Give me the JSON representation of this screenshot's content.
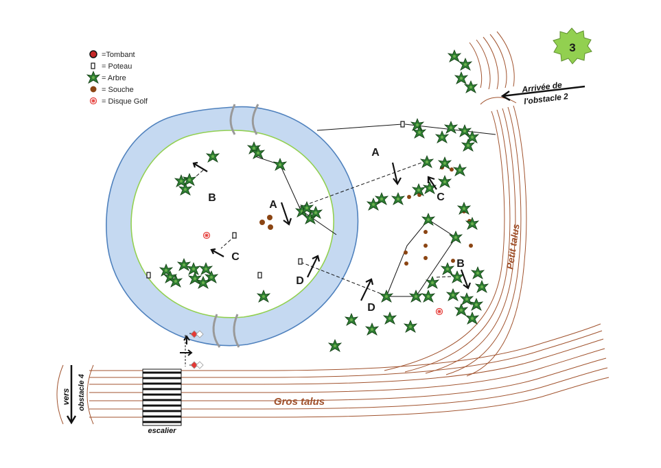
{
  "legend": {
    "tombant": "=Tombant",
    "poteau": "= Poteau",
    "arbre": "= Arbre",
    "souche": "= Souche",
    "disque": "= Disque Golf"
  },
  "badge": "3",
  "labels": {
    "arrivee_1": "Arrivée de",
    "arrivee_2": "l'obstacle 2",
    "petit_talus": "Petit talus",
    "gros_talus": "Gros talus",
    "vers": "vers",
    "obstacle4": "obstacle 4",
    "escalier": "escalier"
  },
  "markers": {
    "A": "A",
    "B": "B",
    "C": "C",
    "D": "D"
  },
  "colors": {
    "water": "#c5d9f1",
    "water_edge": "#4f81bd",
    "island_edge": "#92d050",
    "talus": "#a0522d",
    "tree": "#2e7d32",
    "stump": "#8b4513",
    "badge": "#92d050",
    "disc": "#e53935"
  }
}
